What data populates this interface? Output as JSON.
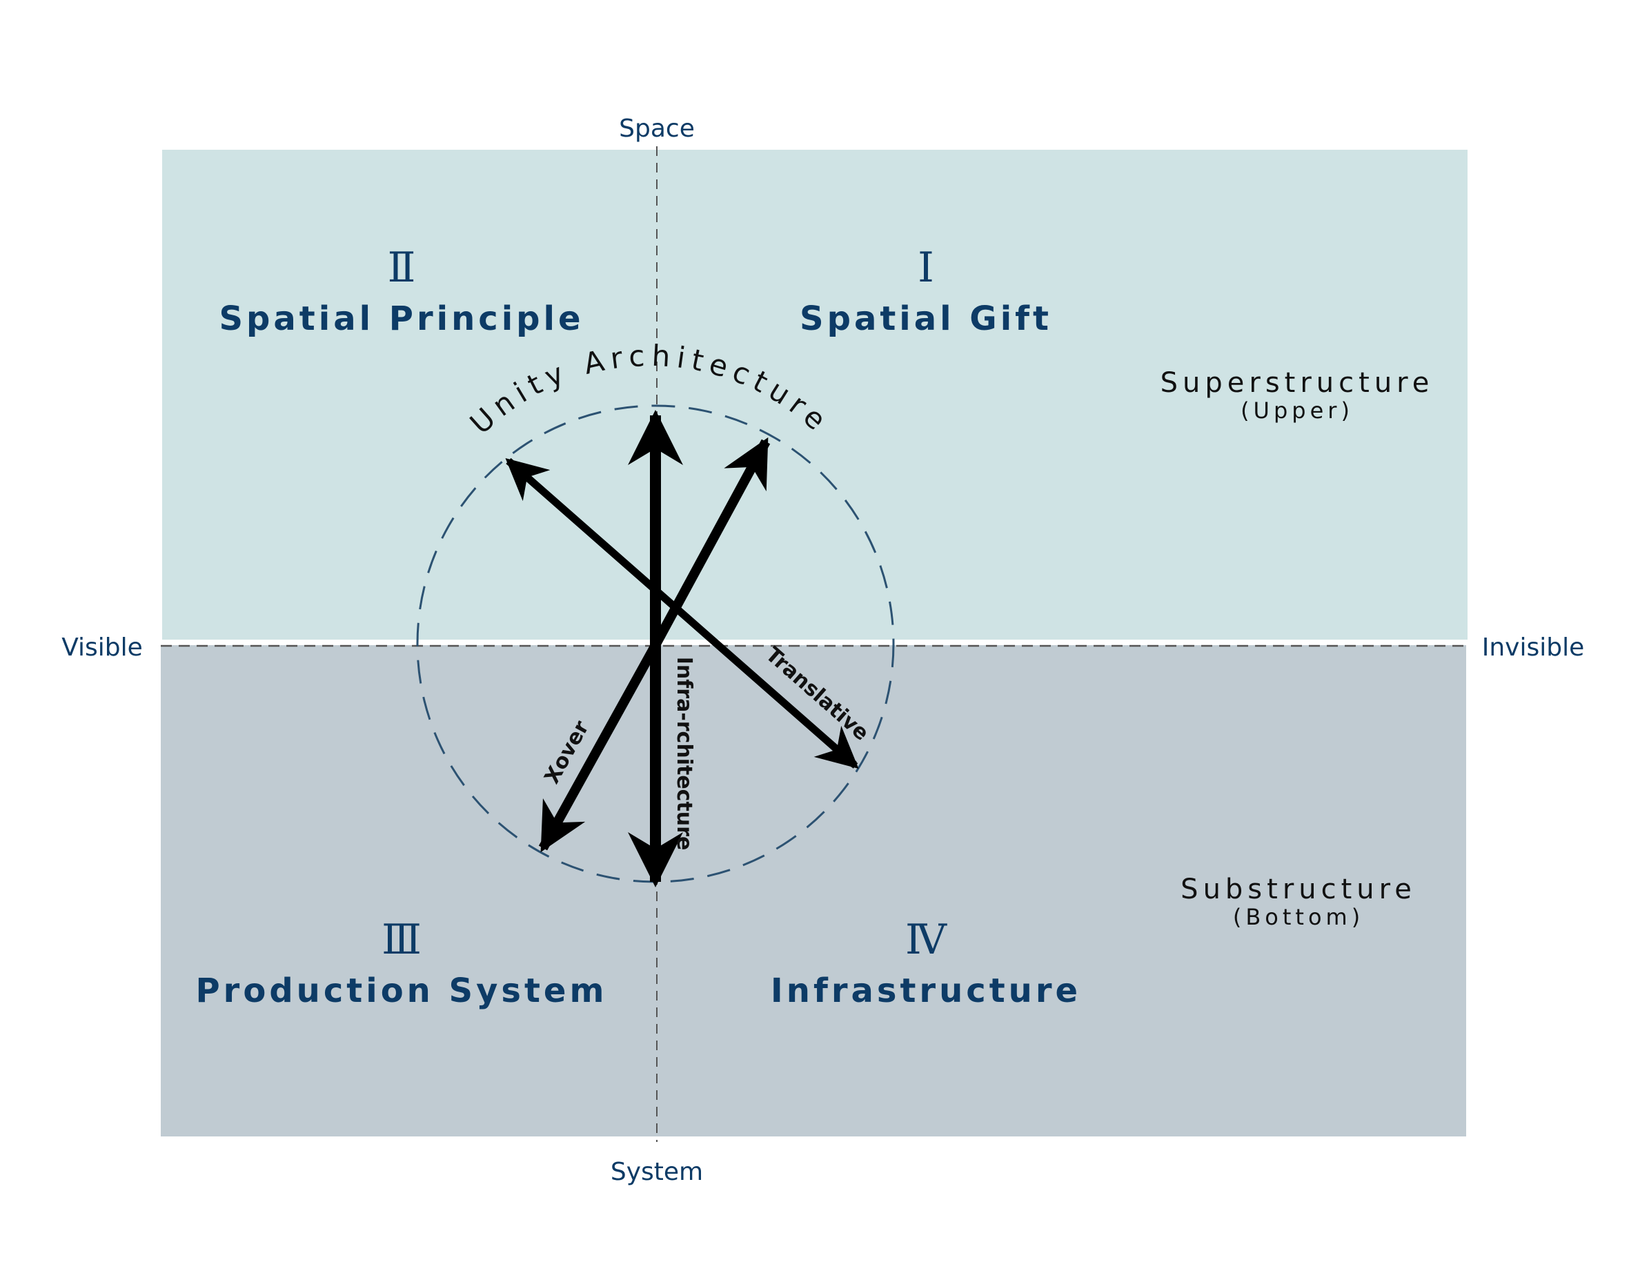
{
  "axes": {
    "top": "Space",
    "bottom": "System",
    "left": "Visible",
    "right": "Invisible"
  },
  "quadrants": [
    {
      "id": "q1",
      "numeral": "Ⅰ",
      "title": "Spatial Gift"
    },
    {
      "id": "q2",
      "numeral": "Ⅱ",
      "title": "Spatial Principle"
    },
    {
      "id": "q3",
      "numeral": "Ⅲ",
      "title": "Production System"
    },
    {
      "id": "q4",
      "numeral": "Ⅳ",
      "title": "Infrastructure"
    }
  ],
  "structures": {
    "upper": {
      "label": "Superstructure",
      "sub": "(Upper)"
    },
    "lower": {
      "label": "Substructure",
      "sub": "(Bottom)"
    }
  },
  "circle_label": "Unity Architecture",
  "arrow_labels": {
    "translative": "Translative",
    "xover": "Xover",
    "infra": "Infra-rchitecture"
  },
  "colors": {
    "upper_fill": "#cfe3e4",
    "lower_fill": "#c0cbd2",
    "text_blue": "#0d3b66",
    "circle_stroke": "#2c5272",
    "arrow": "#000000"
  }
}
